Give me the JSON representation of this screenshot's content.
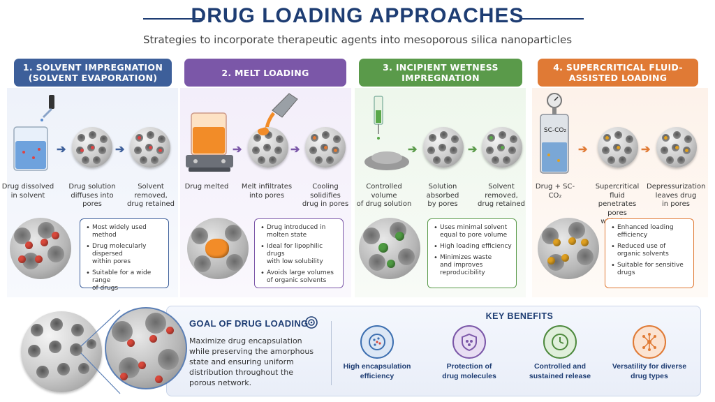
{
  "header": {
    "title": "DRUG LOADING APPROACHES",
    "subtitle": "Strategies to incorporate therapeutic agents into mesoporous silica nanoparticles"
  },
  "methods": [
    {
      "title": "1. SOLVENT IMPREGNATION\n(SOLVENT EVAPORATION)",
      "color": "#3d5f9a",
      "steps": [
        "Drug dissolved\nin solvent",
        "Drug solution\ndiffuses into pores",
        "Solvent removed,\ndrug retained"
      ],
      "benefits": [
        "Most widely used method",
        "Drug molecularly dispersed\nwithin pores",
        "Suitable for a wide range\nof drugs"
      ]
    },
    {
      "title": "2. MELT LOADING",
      "color": "#7b57a8",
      "steps": [
        "Drug melted",
        "Melt infiltrates\ninto pores",
        "Cooling solidifies\ndrug in pores"
      ],
      "benefits": [
        "Drug introduced in\nmolten state",
        "Ideal for lipophilic drugs\nwith low solubility",
        "Avoids large volumes\nof organic solvents"
      ]
    },
    {
      "title": "3. INCIPIENT WETNESS\nIMPREGNATION",
      "color": "#5a9a4a",
      "steps": [
        "Controlled volume\nof drug solution",
        "Solution absorbed\nby pores",
        "Solvent removed,\ndrug retained"
      ],
      "benefits": [
        "Uses minimal solvent\nequal to pore volume",
        "High loading efficiency",
        "Minimizes waste\nand improves\nreproducibility"
      ]
    },
    {
      "title": "4. SUPERCRITICAL FLUID-\nASSISTED LOADING",
      "color": "#e07a35",
      "steps": [
        "Drug + SC-CO₂",
        "Supercritical fluid\npenetrates pores\nwith drug",
        "Depressurization\nleaves drug\nin pores"
      ],
      "benefits": [
        "Enhanced loading\nefficiency",
        "Reduced use of\norganic solvents",
        "Suitable for sensitive\ndrugs"
      ]
    }
  ],
  "sc_vessel_label": "SC-CO₂",
  "goal": {
    "title": "GOAL OF DRUG LOADING",
    "text": "Maximize drug encapsulation\nwhile preserving the amorphous\nstate and ensuring uniform\ndistribution throughout the\nporous network."
  },
  "key_benefits": {
    "title": "KEY BENEFITS",
    "items": [
      {
        "label": "High encapsulation\nefficiency",
        "icon": "capsule-dots-icon",
        "color": "#3d6fb0"
      },
      {
        "label": "Protection of\ndrug molecules",
        "icon": "shield-molecule-icon",
        "color": "#7b57a8"
      },
      {
        "label": "Controlled and\nsustained release",
        "icon": "clock-icon",
        "color": "#4e8a3e"
      },
      {
        "label": "Versatility for diverse\ndrug types",
        "icon": "network-icon",
        "color": "#e07a35"
      }
    ]
  }
}
